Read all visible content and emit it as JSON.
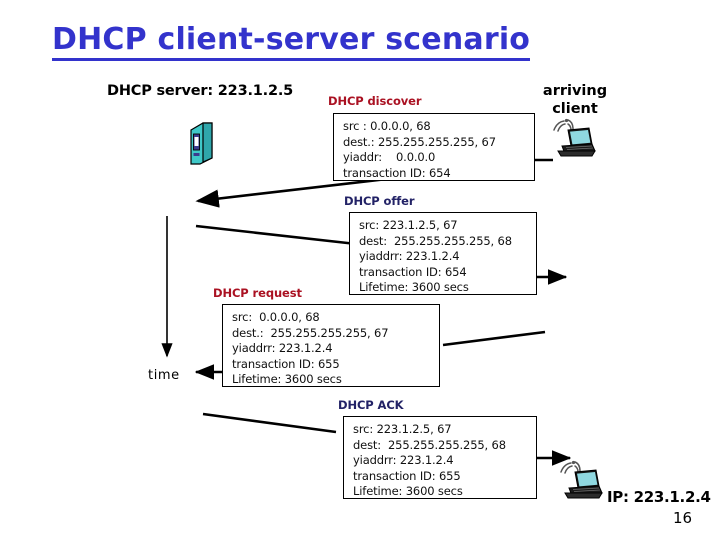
{
  "slide": {
    "title": "DHCP client-server scenario",
    "page_number": "16",
    "title_color": "#3333cc",
    "caption_red_color": "#aa1122",
    "caption_blue_color": "#222266"
  },
  "labels": {
    "server": "DHCP server: 223.1.2.5",
    "arriving_client": "arriving\nclient",
    "arriving_client_line1": "arriving",
    "arriving_client_line2": "client",
    "time_axis": "time",
    "final_ip": "IP: 223.1.2.4"
  },
  "messages": [
    {
      "caption": "DHCP discover",
      "caption_color": "red",
      "lines": [
        "src : 0.0.0.0, 68",
        "dest.: 255.255.255.255, 67",
        "yiaddr:    0.0.0.0",
        "transaction ID: 654"
      ]
    },
    {
      "caption": "DHCP offer",
      "caption_color": "blue",
      "lines": [
        "src: 223.1.2.5, 67",
        "dest:  255.255.255.255, 68",
        "yiaddrr: 223.1.2.4",
        "transaction ID: 654",
        "Lifetime: 3600 secs"
      ]
    },
    {
      "caption": "DHCP request",
      "caption_color": "red",
      "lines": [
        "src:  0.0.0.0, 68",
        "dest.:  255.255.255.255, 67",
        "yiaddrr: 223.1.2.4",
        "transaction ID: 655",
        "Lifetime: 3600 secs"
      ]
    },
    {
      "caption": "DHCP ACK",
      "caption_color": "blue",
      "lines": [
        "src: 223.1.2.5, 67",
        "dest:  255.255.255.255, 68",
        "yiaddrr: 223.1.2.4",
        "transaction ID: 655",
        "Lifetime: 3600 secs"
      ]
    }
  ],
  "icons": {
    "server": "server-tower-icon",
    "client_top": "wireless-laptop-icon",
    "client_bottom": "wireless-laptop-icon",
    "server_body_color": "#3fc8c8",
    "server_panel_color": "#3b3b8f",
    "laptop_screen_color": "#8fd8e0"
  }
}
